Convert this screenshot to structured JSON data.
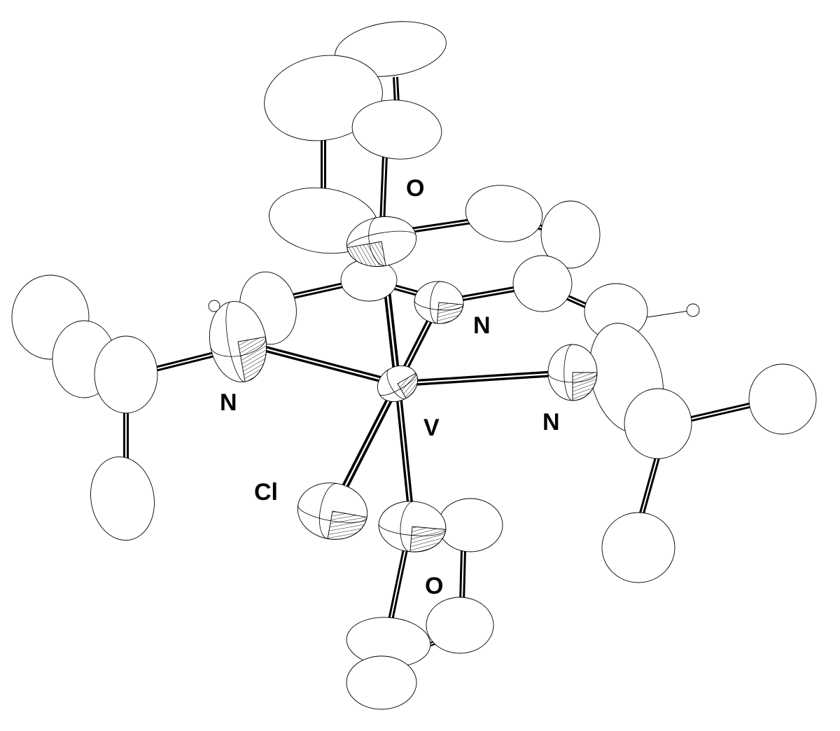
{
  "figure": {
    "type": "ORTEP crystal structure",
    "ink_color": "#000000",
    "background": "#ffffff"
  },
  "labels": {
    "metal": "V",
    "oxygen_top": "O",
    "oxygen_bottom": "O",
    "nitrogen_left": "N",
    "nitrogen_right": "N",
    "nitrogen_center": "N",
    "chlorine": "Cl"
  }
}
